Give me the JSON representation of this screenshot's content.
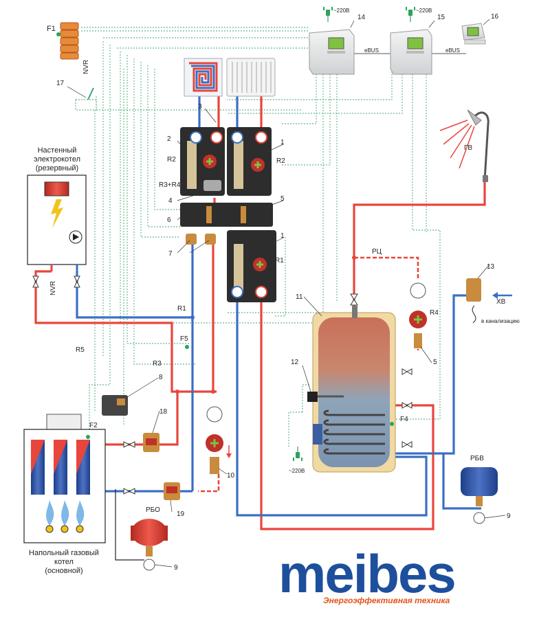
{
  "labels": {
    "f1": "F1",
    "f2": "F2",
    "f4": "F4",
    "f5": "F5",
    "nvr_top": "NVR",
    "nvr_left": "NVR",
    "n17": "17",
    "n14": "14",
    "n15": "15",
    "n16": "16",
    "ebus1": "eBUS",
    "ebus2": "eBUS",
    "v220_a": "~220В",
    "v220_b": "~220В",
    "v220_c": "~220В",
    "n2": "2",
    "n3": "3",
    "n1a": "1",
    "n1b": "1",
    "n4": "4",
    "n5a": "5",
    "n5b": "5",
    "n6": "6",
    "n7": "7",
    "n8": "8",
    "n9a": "9",
    "n9b": "9",
    "n10": "10",
    "n11": "11",
    "n12": "12",
    "n13": "13",
    "n18": "18",
    "n19": "19",
    "r1a": "R1",
    "r1b": "R1",
    "r2a": "R2",
    "r2b": "R2",
    "r3r4": "R3+R4",
    "r3": "R3",
    "r4": "R4",
    "r5": "R5",
    "gv": "ГВ",
    "xv": "ХВ",
    "rc": "РЦ",
    "rbv": "РБВ",
    "rbo": "РБО",
    "drain": "в канализацию",
    "elec_boiler_1": "Настенный",
    "elec_boiler_2": "электрокотел",
    "elec_boiler_3": "(резервный)",
    "gas_boiler_1": "Напольный газовый",
    "gas_boiler_2": "котел",
    "gas_boiler_3": "(основной)"
  },
  "brand": {
    "logo": "meibes",
    "tagline": "Энергоэффективная техника"
  },
  "colors": {
    "hot": "#e8453c",
    "cold": "#3b6fc4",
    "signal": "#3aa76d",
    "brand_blue": "#1d4f9c",
    "brand_orange": "#e2541c"
  },
  "icons": [
    "plug-icon",
    "shower-icon",
    "flame-icon",
    "lightning-icon",
    "pump-icon",
    "thermometer-icon",
    "expansion-tank-icon",
    "valve-icon",
    "controller-icon",
    "radiator-icon",
    "underfloor-heating-icon",
    "fuse-icon",
    "boiler-tank-icon"
  ]
}
